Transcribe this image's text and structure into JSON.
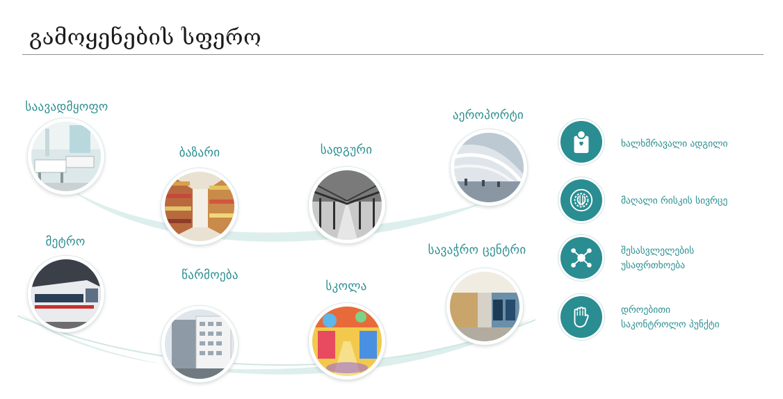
{
  "page": {
    "title": "გამოყენების სფერო"
  },
  "colors": {
    "teal": "#2a8d92",
    "wave": "#d7ece9",
    "label": "#2b8e90"
  },
  "places": [
    {
      "id": "hospital",
      "label": "საავადმყოფო"
    },
    {
      "id": "market",
      "label": "ბაზარი"
    },
    {
      "id": "station",
      "label": "სადგური"
    },
    {
      "id": "airport",
      "label": "აეროპორტი"
    },
    {
      "id": "metro",
      "label": "მეტრო"
    },
    {
      "id": "factory",
      "label": "წარმოება"
    },
    {
      "id": "school",
      "label": "სკოლა"
    },
    {
      "id": "mall",
      "label": "სავაჭრო ცენტრი"
    }
  ],
  "features": [
    {
      "icon": "person-icon",
      "lines": [
        "ხალხმრავალი ადგილი"
      ]
    },
    {
      "icon": "virus-icon",
      "lines": [
        "მაღალი რისკის სივრცე"
      ]
    },
    {
      "icon": "network-nodes-icon",
      "lines": [
        "შესასვლელების",
        "უსაფრთხოება"
      ]
    },
    {
      "icon": "raised-fist-icon",
      "lines": [
        "დროებითი",
        "საკონტროლო პუნქტი"
      ]
    }
  ]
}
